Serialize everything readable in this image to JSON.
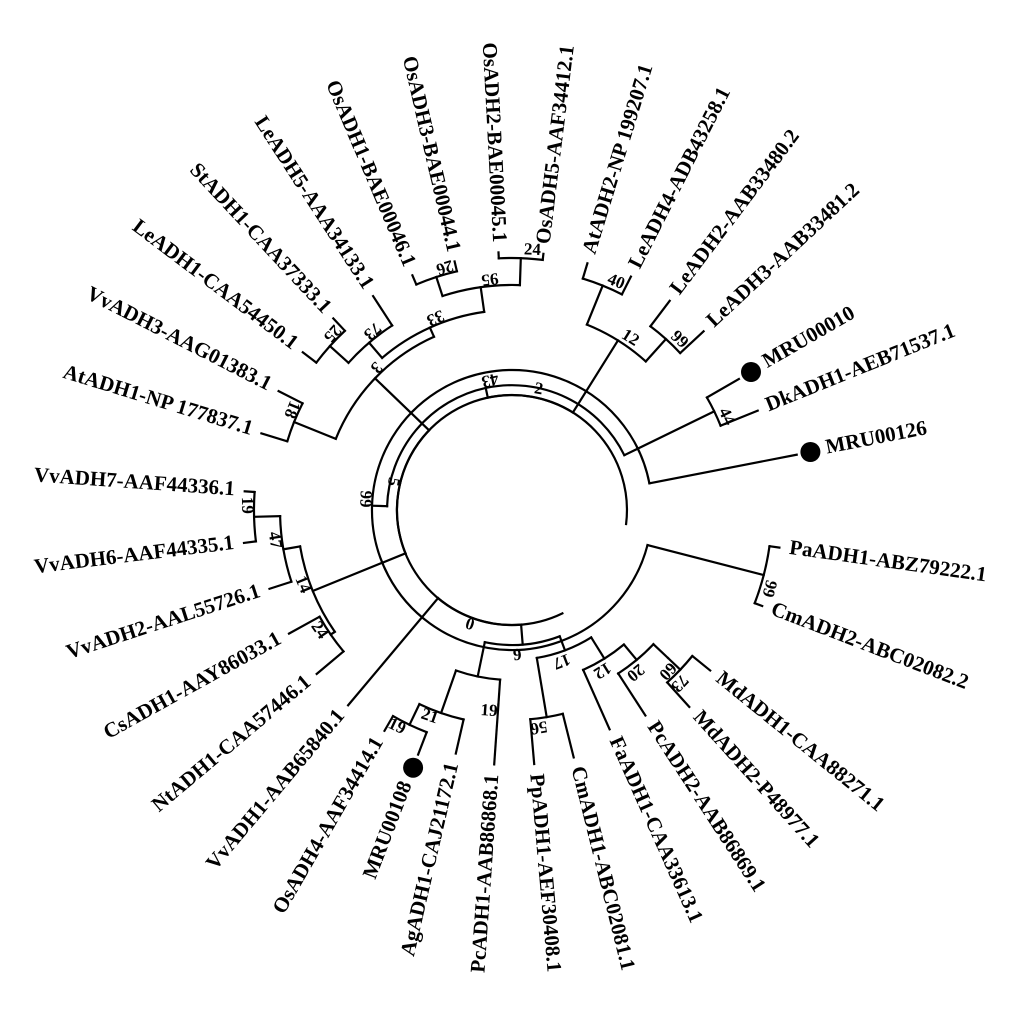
{
  "colors": {
    "ink": "#000000",
    "background": "#ffffff"
  },
  "leaves": [
    {
      "id": "n_Pa",
      "label": "PaADH1-ABZ79222.1"
    },
    {
      "id": "n_Cm2",
      "label": "CmADH2-ABC02082.2"
    },
    {
      "id": "n_Md1",
      "label": "MdADH1-CAA88271.1"
    },
    {
      "id": "n_Md2",
      "label": "MdADH2-P48977.1"
    },
    {
      "id": "n_Pc2",
      "label": "PcADH2-AAB86869.1"
    },
    {
      "id": "n_Fa",
      "label": "FaADH1-CAA33613.1"
    },
    {
      "id": "n_Cm1",
      "label": "CmADH1-ABC02081.1"
    },
    {
      "id": "n_Pp",
      "label": "PpADH1-AEF30408.1"
    },
    {
      "id": "n_Pc1",
      "label": "PcADH1-AAB86868.1"
    },
    {
      "id": "n_Ag",
      "label": "AgADH1-CAJ21172.1"
    },
    {
      "id": "n_M108",
      "label": "MRU00108",
      "marker": true
    },
    {
      "id": "n_Os4",
      "label": "OsADH4-AAF34414.1"
    },
    {
      "id": "n_Vv1",
      "label": "VvADH1-AAB65840.1"
    },
    {
      "id": "n_Nt",
      "label": "NtADH1-CAA57446.1"
    },
    {
      "id": "n_Cs",
      "label": "CsADH1-AAY86033.1"
    },
    {
      "id": "n_Vv2",
      "label": "VvADH2-AAL55726.1"
    },
    {
      "id": "n_Vv6",
      "label": "VvADH6-AAF44335.1"
    },
    {
      "id": "n_Vv7",
      "label": "VvADH7-AAF44336.1"
    },
    {
      "id": "n_At1",
      "label": "AtADH1-NP 177837.1"
    },
    {
      "id": "n_Vv3",
      "label": "VvADH3-AAG01383.1"
    },
    {
      "id": "n_Le1",
      "label": "LeADH1-CAA54450.1"
    },
    {
      "id": "n_St",
      "label": "StADH1-CAA37333.1"
    },
    {
      "id": "n_Le5",
      "label": "LeADH5-AAA34133.1"
    },
    {
      "id": "n_Os1",
      "label": "OsADH1-BAE00046.1"
    },
    {
      "id": "n_Os3",
      "label": "OsADH3-BAE00044.1"
    },
    {
      "id": "n_Os2",
      "label": "OsADH2-BAE00045.1"
    },
    {
      "id": "n_Os5",
      "label": "OsADH5-AAF34412.1"
    },
    {
      "id": "n_At2",
      "label": "AtADH2-NP 199207.1"
    },
    {
      "id": "n_Le4",
      "label": "LeADH4-ADB43258.1"
    },
    {
      "id": "n_Le2",
      "label": "LeADH2-AAB33480.2"
    },
    {
      "id": "n_Le3",
      "label": "LeADH3-AAB33481.2"
    },
    {
      "id": "n_M010",
      "label": "MRU00010",
      "marker": true
    },
    {
      "id": "n_Dk",
      "label": "DkADH1-AEB71537.1"
    },
    {
      "id": "n_M126",
      "label": "MRU00126",
      "marker": true
    }
  ],
  "internal_nodes": [
    {
      "id": "i_Md12",
      "support": "73"
    },
    {
      "id": "i_Pc2",
      "support": "60"
    },
    {
      "id": "i_Fa",
      "support": "20"
    },
    {
      "id": "i_PpCm",
      "support": "56"
    },
    {
      "id": "i_Ros",
      "support": "12"
    },
    {
      "id": "i_AgOs",
      "support": "21"
    },
    {
      "id": "i_M108",
      "support": "19"
    },
    {
      "id": "i_Pc1",
      "support": "19"
    },
    {
      "id": "i_RosF",
      "support": "17"
    },
    {
      "id": "i_A",
      "support": "6"
    },
    {
      "id": "i_Vv67",
      "support": "19"
    },
    {
      "id": "i_Vv2",
      "support": "47"
    },
    {
      "id": "i_CsNt",
      "support": "24"
    },
    {
      "id": "i_Vv",
      "support": "14"
    },
    {
      "id": "i_B",
      "support": "0"
    },
    {
      "id": "i_AtVv",
      "support": "18"
    },
    {
      "id": "i_Le1St",
      "support": "25"
    },
    {
      "id": "i_Le5",
      "support": "73"
    },
    {
      "id": "i_Os13",
      "support": "26"
    },
    {
      "id": "i_Os25",
      "support": "24"
    },
    {
      "id": "i_Os",
      "support": "95"
    },
    {
      "id": "i_Sol",
      "support": "33"
    },
    {
      "id": "i_AtSol",
      "support": "3"
    },
    {
      "id": "i_C",
      "support": "5"
    },
    {
      "id": "i_Le23",
      "support": "99"
    },
    {
      "id": "i_At2Le4",
      "support": "40"
    },
    {
      "id": "i_AtLe",
      "support": "12"
    },
    {
      "id": "i_DkM",
      "support": "44"
    },
    {
      "id": "i_M126",
      "support": "43"
    },
    {
      "id": "i_Grp",
      "support": "99"
    },
    {
      "id": "i_PaCm",
      "support": "99"
    },
    {
      "id": "i_D",
      "support": "2"
    }
  ]
}
